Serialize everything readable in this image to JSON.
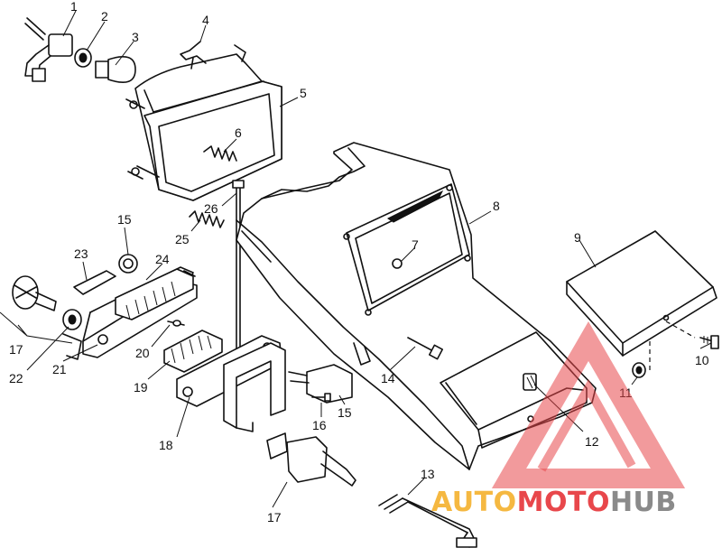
{
  "callouts": [
    {
      "id": "c1",
      "label": "1"
    },
    {
      "id": "c2",
      "label": "2"
    },
    {
      "id": "c3",
      "label": "3"
    },
    {
      "id": "c4",
      "label": "4"
    },
    {
      "id": "c5",
      "label": "5"
    },
    {
      "id": "c6",
      "label": "6"
    },
    {
      "id": "c7",
      "label": "7"
    },
    {
      "id": "c8",
      "label": "8"
    },
    {
      "id": "c9",
      "label": "9"
    },
    {
      "id": "c10",
      "label": "10"
    },
    {
      "id": "c11",
      "label": "11"
    },
    {
      "id": "c12",
      "label": "12"
    },
    {
      "id": "c13",
      "label": "13"
    },
    {
      "id": "c14",
      "label": "14"
    },
    {
      "id": "c15a",
      "label": "15"
    },
    {
      "id": "c15b",
      "label": "15"
    },
    {
      "id": "c16",
      "label": "16"
    },
    {
      "id": "c17a",
      "label": "17"
    },
    {
      "id": "c17b",
      "label": "17"
    },
    {
      "id": "c18",
      "label": "18"
    },
    {
      "id": "c19",
      "label": "19"
    },
    {
      "id": "c20",
      "label": "20"
    },
    {
      "id": "c21",
      "label": "21"
    },
    {
      "id": "c22",
      "label": "22"
    },
    {
      "id": "c23",
      "label": "23"
    },
    {
      "id": "c24",
      "label": "24"
    },
    {
      "id": "c25",
      "label": "25"
    },
    {
      "id": "c26",
      "label": "26"
    }
  ],
  "watermark": {
    "part1": "AUTO",
    "part2": "MOTO",
    "part3": "HUB",
    "color_auto": "#f5b841",
    "color_moto": "#e8474b",
    "color_hub": "#8a8a8a",
    "icon": "triangle-logo-icon"
  }
}
